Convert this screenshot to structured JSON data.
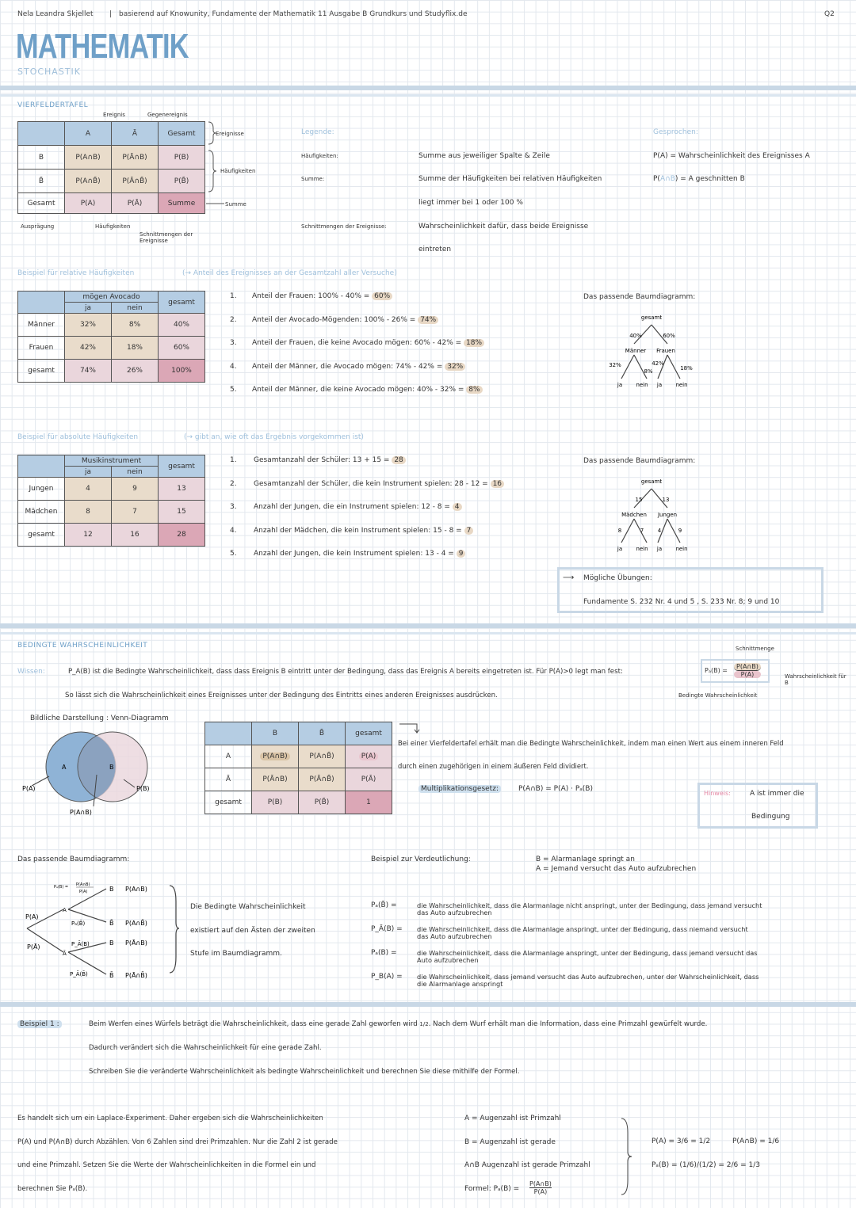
{
  "header": {
    "author": "Nela Leandra Skjellet",
    "sep": "|",
    "source": "basierend auf Knowunity, Fundamente der Mathematik 11  Ausgabe B Grundkurs  und  Studyflix.de",
    "page": "Q2"
  },
  "title": "MATHEMATIK",
  "subtitle": "STOCHASTIK",
  "vfeld": {
    "heading": "VIERFELDERTAFEL",
    "ann_ereignis": "Ereignis",
    "ann_gegen": "Gegenereignis",
    "ann_ereignisse": "Ereignisse",
    "ann_haeufig": "Häufigkeiten",
    "ann_summe": "Summe",
    "ann_auspraegung": "Ausprägung",
    "ann_haeufig2": "Häufigkeiten",
    "ann_schnitt": "Schnittmengen der Ereignisse",
    "table": {
      "hA": "A",
      "hAbar": "Ā",
      "hGesamt": "Gesamt",
      "rB": "B",
      "rBbar": "B̄",
      "rGesamt": "Gesamt",
      "c11": "P(A∩B)",
      "c12": "P(Ā∩B)",
      "c13": "P(B)",
      "c21": "P(A∩B̄)",
      "c22": "P(Ā∩B̄)",
      "c23": "P(B̄)",
      "c31": "P(A)",
      "c32": "P(Ā)",
      "c33": "Summe"
    },
    "legend_title": "Legende:",
    "leg1_k": "Häufigkeiten:",
    "leg1_v": "Summe aus jeweiliger Spalte & Zeile",
    "leg2_k": "Summe:",
    "leg2_v": "Summe der Häufigkeiten bei relativen Häufigkeiten",
    "leg2_v2": "liegt immer bei 1 oder 100 %",
    "leg3_k": "Schnittmengen der Ereignisse:",
    "leg3_v": "Wahrscheinlichkeit dafür, dass beide Ereignisse",
    "leg3_v2": "eintreten",
    "spoken_title": "Gesprochen:",
    "spoken1": "P(A) =  Wahrscheinlichkeit des Ereignisses A",
    "spoken2_a": "P(",
    "spoken2_b": "A∩B",
    "spoken2_c": ") =  A geschnitten B"
  },
  "rel": {
    "heading": "Beispiel für relative Häufigkeiten",
    "note": "(→ Anteil des Ereignisses an der Gesamtzahl aller Versuche)",
    "th_group": "mögen Avocado",
    "th_ja": "ja",
    "th_nein": "nein",
    "th_gesamt": "gesamt",
    "rows": [
      {
        "label": "Männer",
        "ja": "32%",
        "nein": "8%",
        "gesamt": "40%"
      },
      {
        "label": "Frauen",
        "ja": "42%",
        "nein": "18%",
        "gesamt": "60%"
      },
      {
        "label": "gesamt",
        "ja": "74%",
        "nein": "26%",
        "gesamt": "100%"
      }
    ],
    "items": [
      {
        "n": "1.",
        "t": "Anteil der Frauen:  100% - 40% = ",
        "r": "60%"
      },
      {
        "n": "2.",
        "t": "Anteil der Avocado-Mögenden:  100% - 26% = ",
        "r": "74%"
      },
      {
        "n": "3.",
        "t": "Anteil der Frauen, die keine Avocado mögen:   60% - 42% = ",
        "r": "18%"
      },
      {
        "n": "4.",
        "t": "Anteil der Männer, die Avocado mögen:   74% - 42% = ",
        "r": "32%"
      },
      {
        "n": "5.",
        "t": "Anteil der Männer, die keine Avocado mögen:   40% - 32% = ",
        "r": "8%"
      }
    ],
    "tree_title": "Das passende Baumdiagramm:",
    "tree": {
      "root": "gesamt",
      "l": "40%",
      "r": "60%",
      "n1": "Männer",
      "n2": "Frauen",
      "ll": "32%",
      "lr": "8%",
      "rl": "42%",
      "rr": "18%",
      "a": "ja",
      "b": "nein",
      "c": "ja",
      "d": "nein"
    }
  },
  "abs": {
    "heading": "Beispiel für absolute Häufigkeiten",
    "note": "(→ gibt an, wie oft das Ergebnis vorgekommen ist)",
    "th_group": "Musikinstrument",
    "th_ja": "ja",
    "th_nein": "nein",
    "th_gesamt": "gesamt",
    "rows": [
      {
        "label": "Jungen",
        "ja": "4",
        "nein": "9",
        "gesamt": "13"
      },
      {
        "label": "Mädchen",
        "ja": "8",
        "nein": "7",
        "gesamt": "15"
      },
      {
        "label": "gesamt",
        "ja": "12",
        "nein": "16",
        "gesamt": "28"
      }
    ],
    "items": [
      {
        "n": "1.",
        "t": "Gesamtanzahl der Schüler:   13 + 15 = ",
        "r": "28"
      },
      {
        "n": "2.",
        "t": "Gesamtanzahl der Schüler, die kein Instrument spielen:   28 - 12 = ",
        "r": "16"
      },
      {
        "n": "3.",
        "t": "Anzahl der Jungen, die ein Instrument spielen:   12 - 8 = ",
        "r": "4"
      },
      {
        "n": "4.",
        "t": "Anzahl der Mädchen, die kein Instrument spielen:   15 - 8 = ",
        "r": "7"
      },
      {
        "n": "5.",
        "t": "Anzahl der Jungen, die kein Instrument spielen:   13 - 4 = ",
        "r": "9"
      }
    ],
    "tree_title": "Das passende Baumdiagramm:",
    "tree": {
      "root": "gesamt",
      "l": "15",
      "r": "13",
      "n1": "Mädchen",
      "n2": "Jungen",
      "ll": "8",
      "lr": "7",
      "rl": "4",
      "rr": "9",
      "a": "ja",
      "b": "nein",
      "c": "ja",
      "d": "nein"
    },
    "ex_title": "Mögliche Übungen:",
    "ex_text": "Fundamente   S. 232 Nr. 4 und 5  ,    S. 233 Nr. 8; 9 und 10"
  },
  "cond": {
    "heading": "BEDINGTE WAHRSCHEINLICHKEIT",
    "wissen": "Wissen:",
    "def1": "P_A(B) ist die Bedingte Wahrscheinlichkeit, dass dass Ereignis B eintritt unter der Bedingung, dass das Ereignis A bereits eingetreten ist. Für P(A)>0 legt man fest:",
    "def2": "So lässt sich die Wahrscheinlichkeit eines Ereignisses unter der Bedingung des Eintritts eines anderen Ereignisses ausdrücken.",
    "formula_lhs": "Pₐ(B) =",
    "formula_num": "P(A∩B)",
    "formula_den": "P(A)",
    "ann_schnitt": "Schnittmenge",
    "ann_wfb": "Wahrscheinlichkeit für B",
    "ann_bedingt": "Bedingte Wahrscheinlichkeit",
    "venn_title": "Bildliche Darstellung : Venn-Diagramm",
    "venn": {
      "A": "A",
      "B": "B",
      "pa": "P(A)",
      "pb": "P(B)",
      "pab": "P(A∩B)"
    },
    "t": {
      "hB": "B",
      "hBbar": "B̄",
      "hG": "gesamt",
      "rA": "A",
      "rAbar": "Ā",
      "rG": "gesamt",
      "c11": "P(A∩B)",
      "c12": "P(A∩B̄)",
      "c13": "P(A)",
      "c21": "P(Ā∩B)",
      "c22": "P(Ā∩B̄)",
      "c23": "P(Ā)",
      "c31": "P(B)",
      "c32": "P(B̄)",
      "c33": "1"
    },
    "arrow_text1": "Bei einer Vierfeldertafel erhält man die Bedingte Wahrscheinlichkeit, indem man einen Wert aus einem inneren Feld",
    "arrow_text2": "durch einen zugehörigen in einem äußeren Feld dividiert.",
    "mult_label": "Multiplikationsgesetz:",
    "mult_formula": "P(A∩B) = P(A) · Pₐ(B)",
    "hint_label": "Hinweis:",
    "hint_text1": "A ist immer die",
    "hint_text2": "Bedingung",
    "tree_title": "Das passende Baumdiagramm:",
    "tree": {
      "pa": "P(A)",
      "pabar": "P(Ā)",
      "A": "A",
      "Abar": "Ā",
      "pab_f": "Pₐ(B) =",
      "pab_num": "P(A∩B)",
      "pab_den": "P(A)",
      "e1": "P(A∩B)",
      "e2": "P(A∩B̄)",
      "e3": "P(Ā∩B)",
      "e4": "P(Ā∩B̄)",
      "b1": "Pₐ(B̄)",
      "b2": "P_Ā(B)",
      "b3": "P_Ā(B̄)",
      "B": "B",
      "Bbar": "B̄"
    },
    "tree_note1": "Die Bedingte Wahrscheinlichkeit",
    "tree_note2": "existiert auf den Ästen der zweiten",
    "tree_note3": "Stufe im Baumdiagramm.",
    "ex_title": "Beispiel zur Verdeutlichung:",
    "ex_def1": "B = Alarmanlage springt an",
    "ex_def2": "A = Jemand versucht das Auto aufzubrechen",
    "ex": [
      {
        "k": "Pₐ(B̄) =",
        "v1": "die Wahrscheinlichkeit, dass die Alarmanlage nicht anspringt, unter der Bedingung, dass jemand versucht",
        "v2": "das Auto aufzubrechen"
      },
      {
        "k": "P_Ā(B) =",
        "v1": "die Wahrscheinlichkeit, dass die Alarmanlage anspringt, unter der Bedingung, dass niemand versucht",
        "v2": "das Auto aufzubrechen"
      },
      {
        "k": "Pₐ(B) =",
        "v1": "die Wahrscheinlichkeit, dass die Alarmanlage anspringt, unter der Bedingung, dass jemand versucht das",
        "v2": "Auto aufzubrechen"
      },
      {
        "k": "P_B(A) =",
        "v1": "die Wahrscheinlichkeit, dass jemand versucht das Auto aufzubrechen, unter der Wahrscheinlichkeit, dass",
        "v2": "die Alarmanlage anspringt"
      }
    ]
  },
  "bsp": {
    "label": "Beispiel 1 :",
    "t1a": "Beim Werfen eines Würfels beträgt die Wahrscheinlichkeit, dass eine gerade Zahl geworfen wird",
    "t1frac": "1/2",
    "t1b": ". Nach dem Wurf erhält man die Information, dass eine Primzahl gewürfelt wurde.",
    "t2": "Dadurch verändert sich die Wahrscheinlichkeit für eine gerade Zahl.",
    "t3": "Schreiben Sie die veränderte Wahrscheinlichkeit als bedingte Wahrscheinlichkeit und berechnen Sie diese mithilfe der Formel.",
    "s1": "Es handelt sich um ein Laplace-Experiment. Daher ergeben sich die Wahrscheinlichkeiten",
    "s2": "P(A) und P(A∩B) durch Abzählen. Von 6 Zahlen sind drei Primzahlen. Nur die Zahl 2 ist gerade",
    "s3": "und eine Primzahl. Setzen Sie die Werte der Wahrscheinlichkeiten in die Formel ein und",
    "s4": "berechnen Sie Pₐ(B).",
    "d1": "A = Augenzahl ist Primzahl",
    "d2": "B = Augenzahl ist gerade",
    "d3": "A∩B   Augenzahl ist gerade Primzahl",
    "d4": "Formel:  Pₐ(B) =",
    "d4num": "P(A∩B)",
    "d4den": "P(A)",
    "r1": "P(A) = 3/6 = 1/2",
    "r2": "P(A∩B) = 1/6",
    "r3": "Pₐ(B) = (1/6)/(1/2) = 2/6 = 1/3"
  }
}
